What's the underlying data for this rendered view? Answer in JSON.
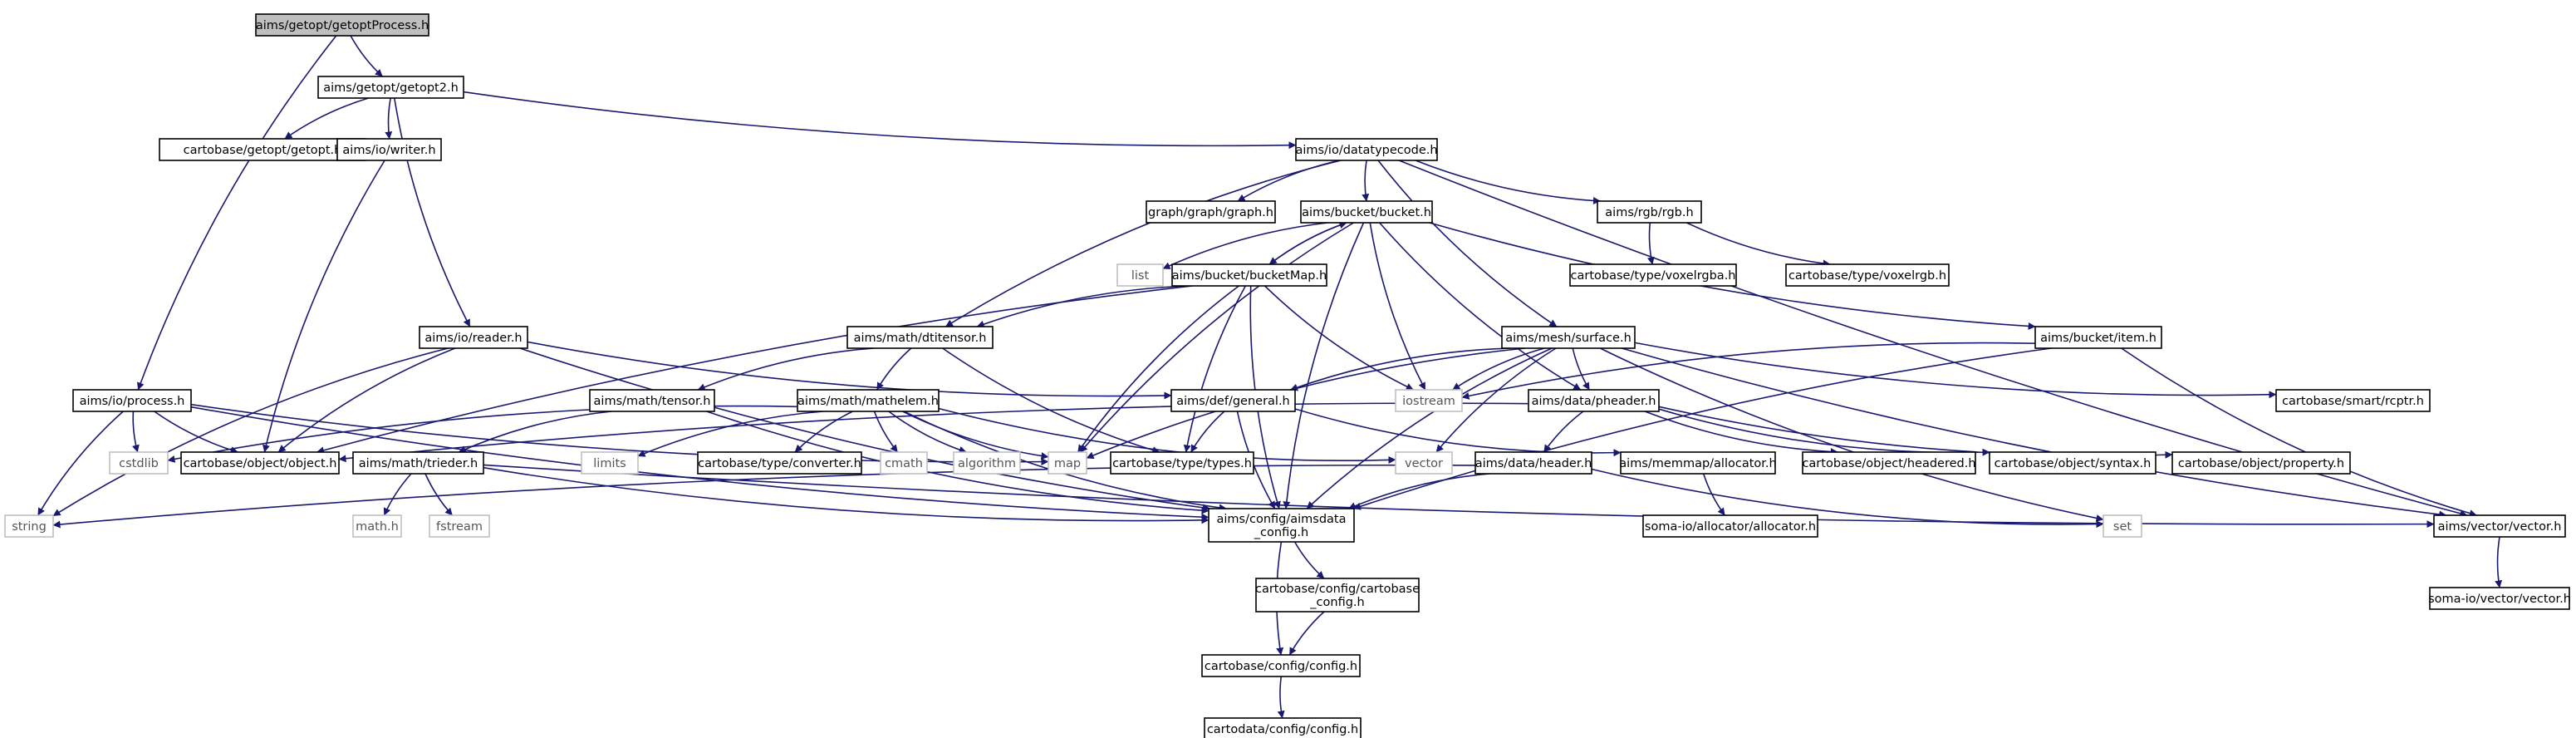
{
  "diagram": {
    "title": "aims/getopt/getoptProcess.h include dependency graph",
    "colors": {
      "edge": "#191970",
      "root_fill": "#bfbfbf",
      "node_border": "#000000",
      "external_border": "#bfbfbf",
      "external_text": "#555555"
    },
    "nodes": [
      {
        "id": "getoptProcess",
        "label": "aims/getopt/getoptProcess.h",
        "kind": "root"
      },
      {
        "id": "getopt2",
        "label": "aims/getopt/getopt2.h",
        "kind": "file"
      },
      {
        "id": "process",
        "label": "aims/io/process.h",
        "kind": "file"
      },
      {
        "id": "cgetopt",
        "label": "cartobase/getopt/getopt.h",
        "kind": "file"
      },
      {
        "id": "writer",
        "label": "aims/io/writer.h",
        "kind": "file"
      },
      {
        "id": "reader",
        "label": "aims/io/reader.h",
        "kind": "file"
      },
      {
        "id": "datatypecode",
        "label": "aims/io/datatypecode.h",
        "kind": "file"
      },
      {
        "id": "graph",
        "label": "graph/graph/graph.h",
        "kind": "file"
      },
      {
        "id": "bucket",
        "label": "aims/bucket/bucket.h",
        "kind": "file"
      },
      {
        "id": "rgb",
        "label": "aims/rgb/rgb.h",
        "kind": "file"
      },
      {
        "id": "voxelrgba",
        "label": "cartobase/type/voxelrgba.h",
        "kind": "file"
      },
      {
        "id": "voxelrgb",
        "label": "cartobase/type/voxelrgb.h",
        "kind": "file"
      },
      {
        "id": "list",
        "label": "list",
        "kind": "external"
      },
      {
        "id": "bucketMap",
        "label": "aims/bucket/bucketMap.h",
        "kind": "file"
      },
      {
        "id": "dtitensor",
        "label": "aims/math/dtitensor.h",
        "kind": "file"
      },
      {
        "id": "surface",
        "label": "aims/mesh/surface.h",
        "kind": "file"
      },
      {
        "id": "item",
        "label": "aims/bucket/item.h",
        "kind": "file"
      },
      {
        "id": "tensor",
        "label": "aims/math/tensor.h",
        "kind": "file"
      },
      {
        "id": "mathelem",
        "label": "aims/math/mathelem.h",
        "kind": "file"
      },
      {
        "id": "general",
        "label": "aims/def/general.h",
        "kind": "file"
      },
      {
        "id": "iostream",
        "label": "iostream",
        "kind": "external"
      },
      {
        "id": "pheader",
        "label": "aims/data/pheader.h",
        "kind": "file"
      },
      {
        "id": "rcptr",
        "label": "cartobase/smart/rcptr.h",
        "kind": "file"
      },
      {
        "id": "cstdlib",
        "label": "cstdlib",
        "kind": "external"
      },
      {
        "id": "object",
        "label": "cartobase/object/object.h",
        "kind": "file"
      },
      {
        "id": "trieder",
        "label": "aims/math/trieder.h",
        "kind": "file"
      },
      {
        "id": "limits",
        "label": "limits",
        "kind": "external"
      },
      {
        "id": "converter",
        "label": "cartobase/type/converter.h",
        "kind": "file"
      },
      {
        "id": "cmath",
        "label": "cmath",
        "kind": "external"
      },
      {
        "id": "algorithm",
        "label": "algorithm",
        "kind": "external"
      },
      {
        "id": "map",
        "label": "map",
        "kind": "external"
      },
      {
        "id": "types",
        "label": "cartobase/type/types.h",
        "kind": "file"
      },
      {
        "id": "vector",
        "label": "vector",
        "kind": "external"
      },
      {
        "id": "header",
        "label": "aims/data/header.h",
        "kind": "file"
      },
      {
        "id": "allocator",
        "label": "aims/memmap/allocator.h",
        "kind": "file"
      },
      {
        "id": "headered",
        "label": "cartobase/object/headered.h",
        "kind": "file"
      },
      {
        "id": "syntax",
        "label": "cartobase/object/syntax.h",
        "kind": "file"
      },
      {
        "id": "property",
        "label": "cartobase/object/property.h",
        "kind": "file"
      },
      {
        "id": "string",
        "label": "string",
        "kind": "external"
      },
      {
        "id": "mathh",
        "label": "math.h",
        "kind": "external"
      },
      {
        "id": "fstream",
        "label": "fstream",
        "kind": "external"
      },
      {
        "id": "aimsdata_config",
        "label": "aims/config/aimsdata\n_config.h",
        "kind": "file"
      },
      {
        "id": "somaalloc",
        "label": "soma-io/allocator/allocator.h",
        "kind": "file"
      },
      {
        "id": "set",
        "label": "set",
        "kind": "external"
      },
      {
        "id": "vectorh",
        "label": "aims/vector/vector.h",
        "kind": "file"
      },
      {
        "id": "somavector",
        "label": "soma-io/vector/vector.h",
        "kind": "file"
      },
      {
        "id": "cartobase_config",
        "label": "cartobase/config/cartobase\n_config.h",
        "kind": "file"
      },
      {
        "id": "config",
        "label": "cartobase/config/config.h",
        "kind": "file"
      },
      {
        "id": "cartodata_config",
        "label": "cartodata/config/config.h",
        "kind": "file"
      }
    ],
    "edges": [
      [
        "getoptProcess",
        "getopt2"
      ],
      [
        "getoptProcess",
        "process"
      ],
      [
        "getopt2",
        "cgetopt"
      ],
      [
        "getopt2",
        "writer"
      ],
      [
        "getopt2",
        "reader"
      ],
      [
        "getopt2",
        "datatypecode"
      ],
      [
        "writer",
        "object"
      ],
      [
        "reader",
        "object"
      ],
      [
        "reader",
        "general"
      ],
      [
        "reader",
        "string"
      ],
      [
        "reader",
        "aimsdata_config"
      ],
      [
        "datatypecode",
        "graph"
      ],
      [
        "datatypecode",
        "bucket"
      ],
      [
        "datatypecode",
        "rgb"
      ],
      [
        "datatypecode",
        "dtitensor"
      ],
      [
        "datatypecode",
        "surface"
      ],
      [
        "datatypecode",
        "vectorh"
      ],
      [
        "rgb",
        "voxelrgba"
      ],
      [
        "rgb",
        "voxelrgb"
      ],
      [
        "bucket",
        "list"
      ],
      [
        "bucket",
        "bucketMap"
      ],
      [
        "bucket",
        "map"
      ],
      [
        "bucket",
        "iostream"
      ],
      [
        "bucket",
        "item"
      ],
      [
        "bucket",
        "pheader"
      ],
      [
        "bucket",
        "aimsdata_config"
      ],
      [
        "bucketMap",
        "bucket"
      ],
      [
        "bucketMap",
        "dtitensor"
      ],
      [
        "bucketMap",
        "object"
      ],
      [
        "bucketMap",
        "map"
      ],
      [
        "bucketMap",
        "types"
      ],
      [
        "bucketMap",
        "iostream"
      ],
      [
        "bucketMap",
        "aimsdata_config"
      ],
      [
        "dtitensor",
        "tensor"
      ],
      [
        "dtitensor",
        "mathelem"
      ],
      [
        "dtitensor",
        "types"
      ],
      [
        "surface",
        "general"
      ],
      [
        "surface",
        "iostream"
      ],
      [
        "surface",
        "pheader"
      ],
      [
        "surface",
        "rcptr"
      ],
      [
        "surface",
        "map"
      ],
      [
        "surface",
        "vector"
      ],
      [
        "surface",
        "vectorh"
      ],
      [
        "surface",
        "set"
      ],
      [
        "surface",
        "aimsdata_config"
      ],
      [
        "item",
        "iostream"
      ],
      [
        "item",
        "vectorh"
      ],
      [
        "item",
        "aimsdata_config"
      ],
      [
        "tensor",
        "trieder"
      ],
      [
        "tensor",
        "aimsdata_config"
      ],
      [
        "mathelem",
        "cstdlib"
      ],
      [
        "mathelem",
        "limits"
      ],
      [
        "mathelem",
        "converter"
      ],
      [
        "mathelem",
        "cmath"
      ],
      [
        "mathelem",
        "algorithm"
      ],
      [
        "mathelem",
        "map"
      ],
      [
        "mathelem",
        "vector"
      ],
      [
        "mathelem",
        "aimsdata_config"
      ],
      [
        "general",
        "types"
      ],
      [
        "general",
        "allocator"
      ],
      [
        "general",
        "aimsdata_config"
      ],
      [
        "pheader",
        "header"
      ],
      [
        "pheader",
        "headered"
      ],
      [
        "pheader",
        "syntax"
      ],
      [
        "pheader",
        "property"
      ],
      [
        "pheader",
        "object"
      ],
      [
        "process",
        "object"
      ],
      [
        "process",
        "cstdlib"
      ],
      [
        "process",
        "map"
      ],
      [
        "process",
        "string"
      ],
      [
        "process",
        "aimsdata_config"
      ],
      [
        "trieder",
        "mathh"
      ],
      [
        "trieder",
        "fstream"
      ],
      [
        "trieder",
        "aimsdata_config"
      ],
      [
        "trieder",
        "vectorh"
      ],
      [
        "header",
        "string"
      ],
      [
        "header",
        "set"
      ],
      [
        "header",
        "aimsdata_config"
      ],
      [
        "allocator",
        "somaalloc"
      ],
      [
        "vectorh",
        "somavector"
      ],
      [
        "aimsdata_config",
        "cartobase_config"
      ],
      [
        "aimsdata_config",
        "config"
      ],
      [
        "cartobase_config",
        "config"
      ],
      [
        "config",
        "cartodata_config"
      ]
    ]
  }
}
